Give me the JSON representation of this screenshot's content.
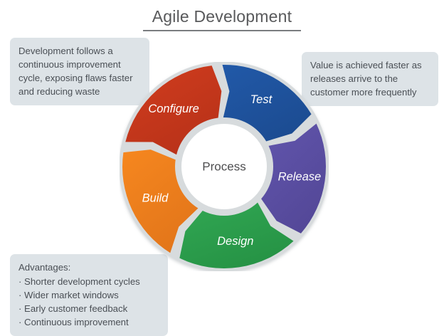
{
  "title": {
    "text": "Agile Development"
  },
  "callouts": {
    "top_left": {
      "text": "Development follows a continuous improvement cycle, exposing flaws faster and reducing waste"
    },
    "right": {
      "text": "Value is achieved faster as releases arrive to the customer more frequently"
    },
    "advantages": {
      "heading": "Advantages:",
      "items": [
        "· Shorter development cycles",
        "· Wider market windows",
        "· Early customer feedback",
        "· Continuous improvement"
      ]
    }
  },
  "wheel": {
    "center_label": "Process",
    "center_text_color": "#4d4d4f",
    "ring_outline_color": "#d7dbdd",
    "label_color": "#ffffff",
    "segments": [
      {
        "label": "Test",
        "color": "#2159a8",
        "color_dark": "#1c4c92",
        "start_deg": -4,
        "end_deg": 62
      },
      {
        "label": "Release",
        "color": "#6155ad",
        "color_dark": "#544898",
        "start_deg": 62,
        "end_deg": 134
      },
      {
        "label": "Design",
        "color": "#31a753",
        "color_dark": "#269345",
        "start_deg": 134,
        "end_deg": 209
      },
      {
        "label": "Build",
        "color": "#f6871f",
        "color_dark": "#e3761a",
        "start_deg": 209,
        "end_deg": 281
      },
      {
        "label": "Configure",
        "color": "#d13d1e",
        "color_dark": "#b93219",
        "start_deg": 281,
        "end_deg": 356
      }
    ]
  }
}
